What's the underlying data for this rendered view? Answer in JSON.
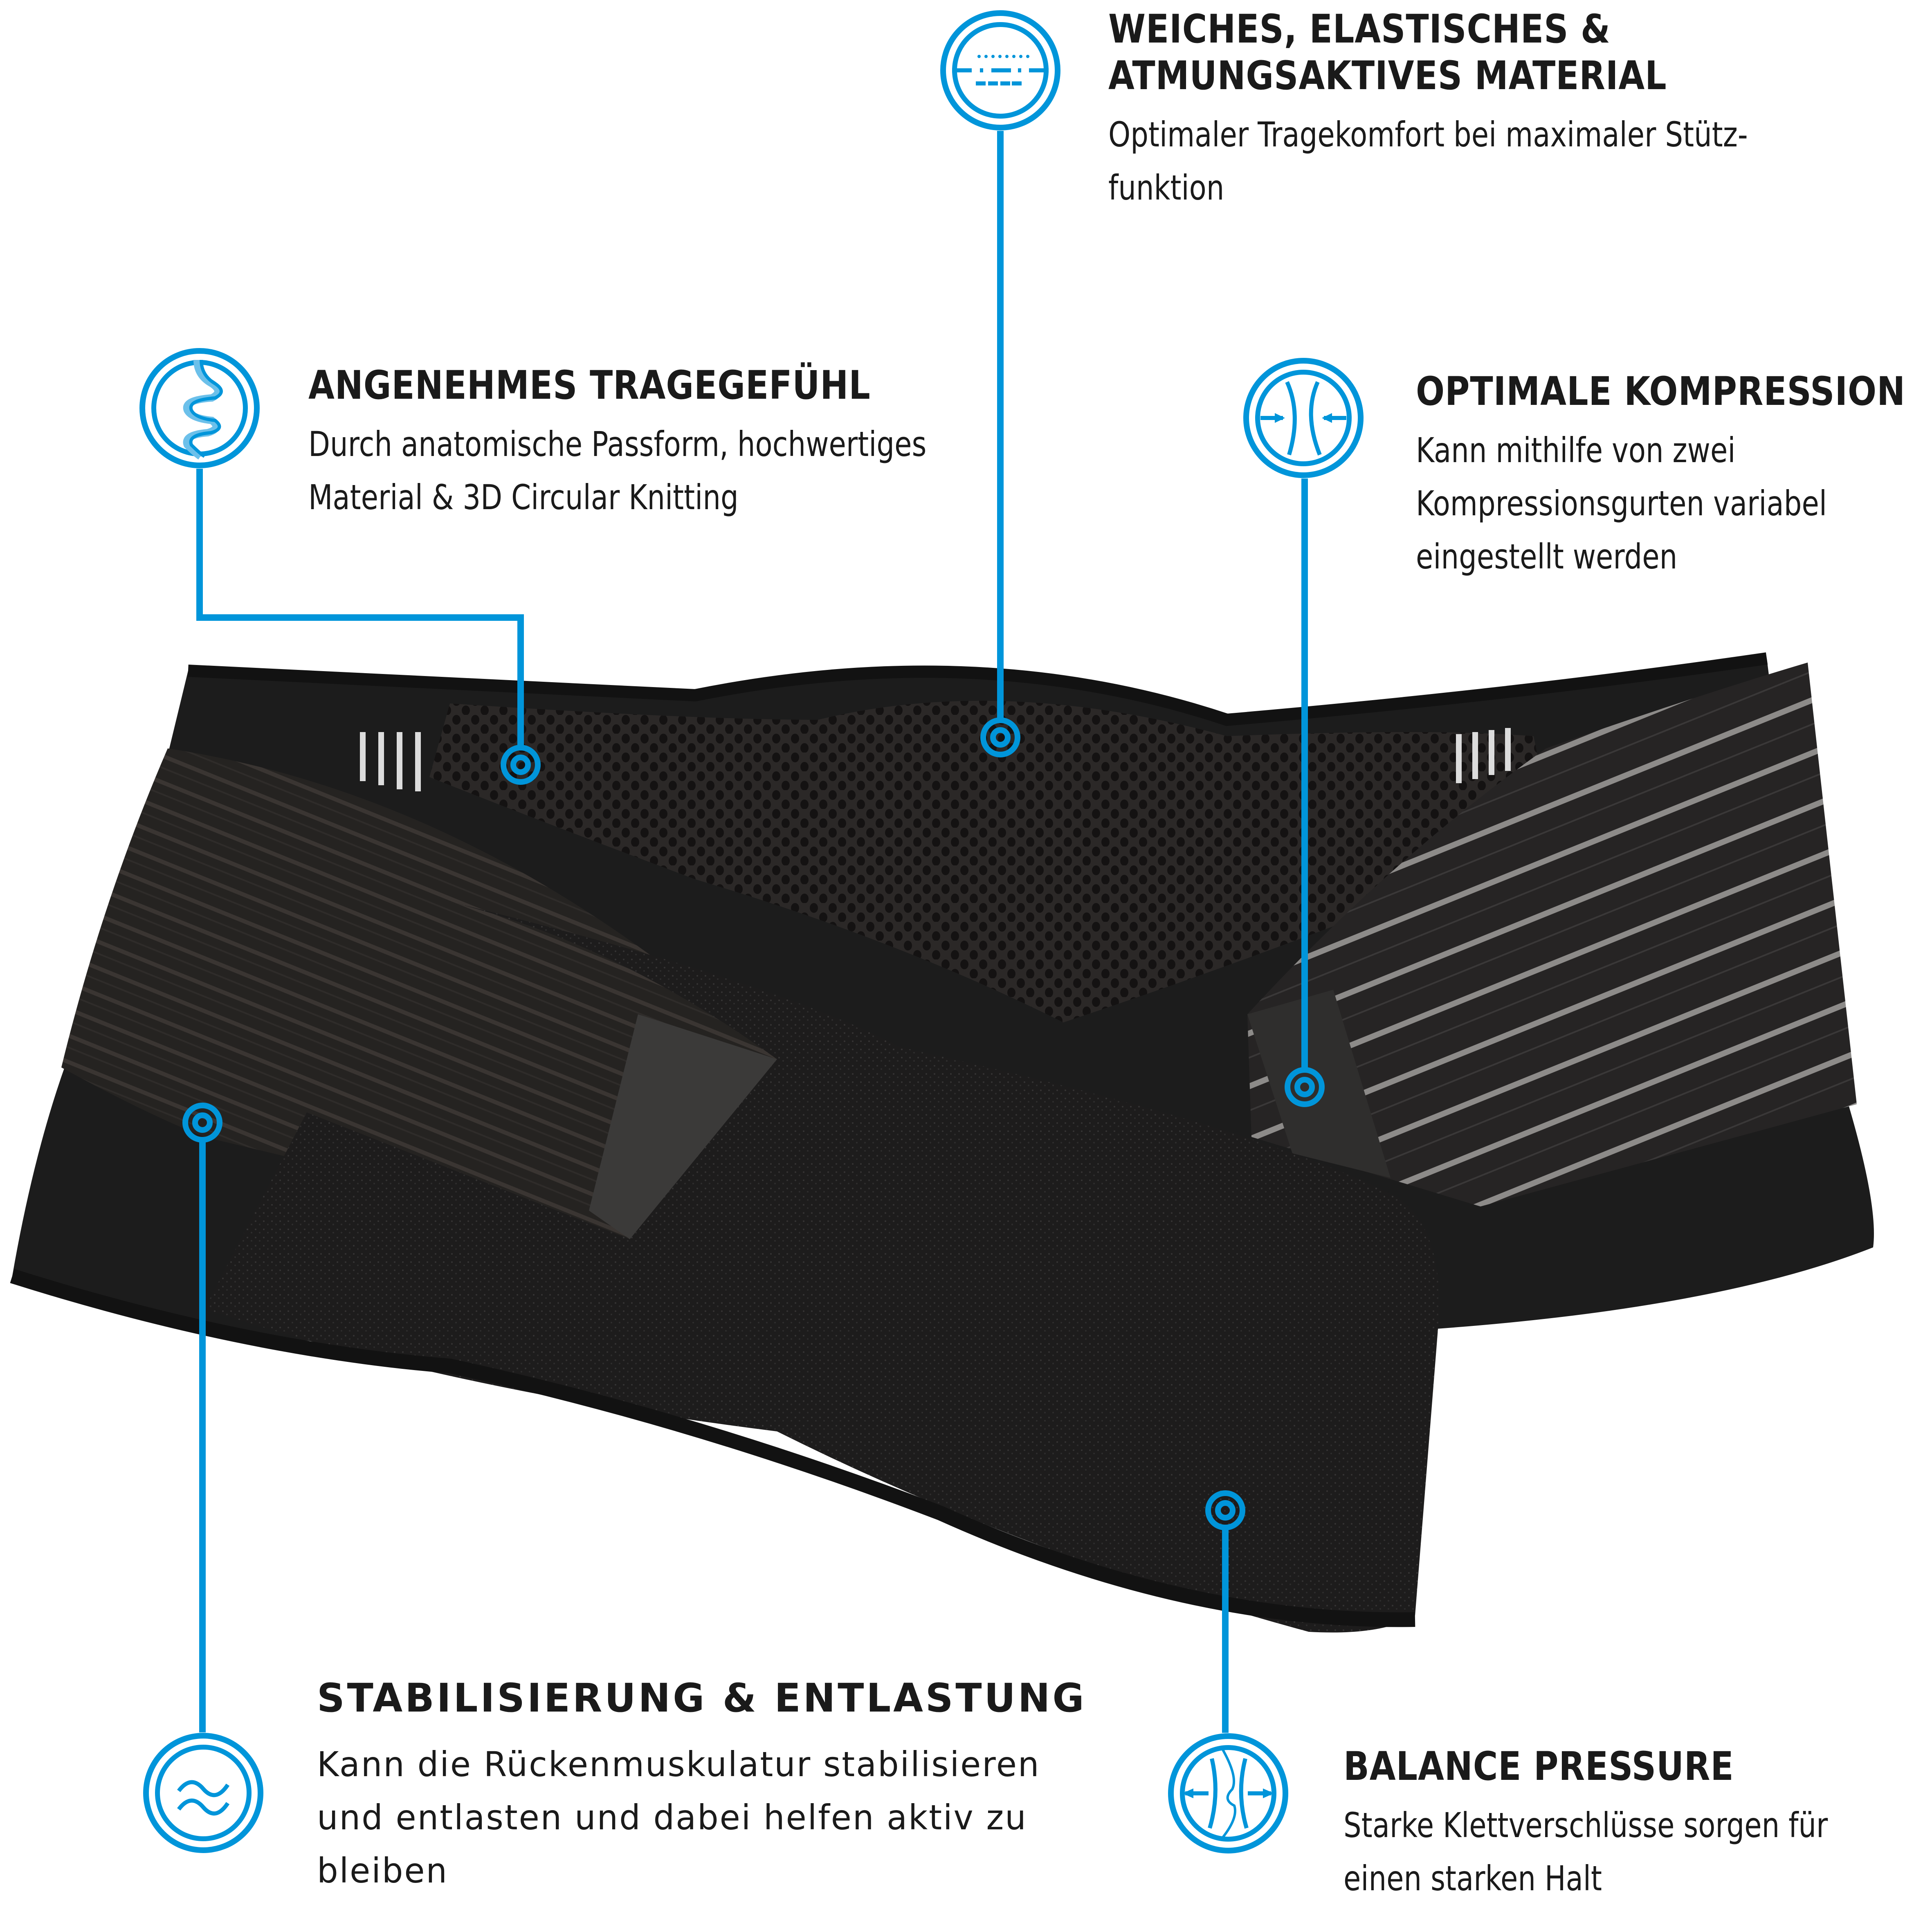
{
  "accent_color": "#0095DA",
  "features": [
    {
      "id": "weiches",
      "icon": "breathable-fabric-icon",
      "heading_lines": [
        "WEICHES, ELASTISCHES &",
        "ATMUNGSAKTIVES MATERIAL"
      ],
      "body_lines": [
        "Optimaler Tragekomfort bei maximaler Stütz-",
        "funktion"
      ]
    },
    {
      "id": "angenehmes",
      "icon": "spine-wave-icon",
      "heading_lines": [
        "ANGENEHMES TRAGEGEFÜHL"
      ],
      "body_lines": [
        "Durch anatomische Passform, hochwertiges",
        "Material & 3D Circular Knitting"
      ]
    },
    {
      "id": "optimale",
      "icon": "compression-arrows-icon",
      "heading_lines": [
        "OPTIMALE KOMPRESSION"
      ],
      "body_lines": [
        "Kann mithilfe von zwei",
        "Kompressionsgurten variabel",
        "eingestellt werden"
      ]
    },
    {
      "id": "stabilisierung",
      "icon": "double-wave-icon",
      "heading_lines": [
        "STABILISIERUNG & ENTLASTUNG"
      ],
      "body_lines": [
        "Kann die Rückenmuskulatur stabilisieren",
        "und entlasten und dabei helfen aktiv zu",
        "bleiben"
      ]
    },
    {
      "id": "balance",
      "icon": "balance-pressure-icon",
      "heading_lines": [
        "BALANCE PRESSURE"
      ],
      "body_lines": [
        "Starke Klettverschlüsse sorgen für",
        "einen starken Halt"
      ]
    }
  ],
  "product": {
    "name": "back-support-belt",
    "colors": {
      "belt": "#1c1c1c",
      "mesh": "#2a2726",
      "strap": "#262422",
      "velcro": "#1e1d1d"
    }
  }
}
